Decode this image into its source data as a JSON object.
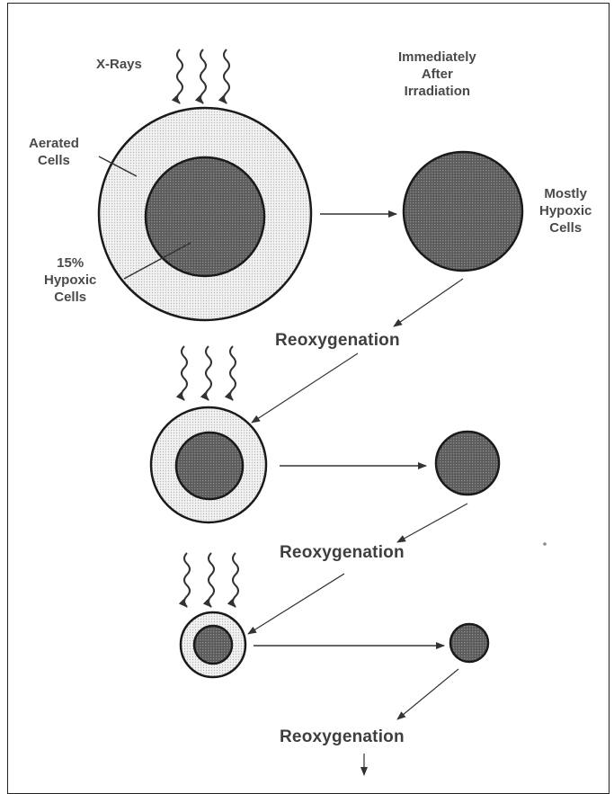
{
  "labels": {
    "xrays": "X-Rays",
    "aerated": [
      "Aerated",
      "Cells"
    ],
    "hypoxic_pct": [
      "15%",
      "Hypoxic",
      "Cells"
    ],
    "immediately": [
      "Immediately",
      "After",
      "Irradiation"
    ],
    "mostly_hypoxic": [
      "Mostly",
      "Hypoxic",
      "Cells"
    ],
    "reoxygenation": "Reoxygenation"
  },
  "colors": {
    "outline": "#1a1a1a",
    "aerated_fill": "#ececec",
    "hypoxic_fill": "#6e6e6e",
    "text": "#4a4a4a"
  },
  "icons": [
    "wavy-xray-arrow-icon",
    "arrow-icon"
  ]
}
